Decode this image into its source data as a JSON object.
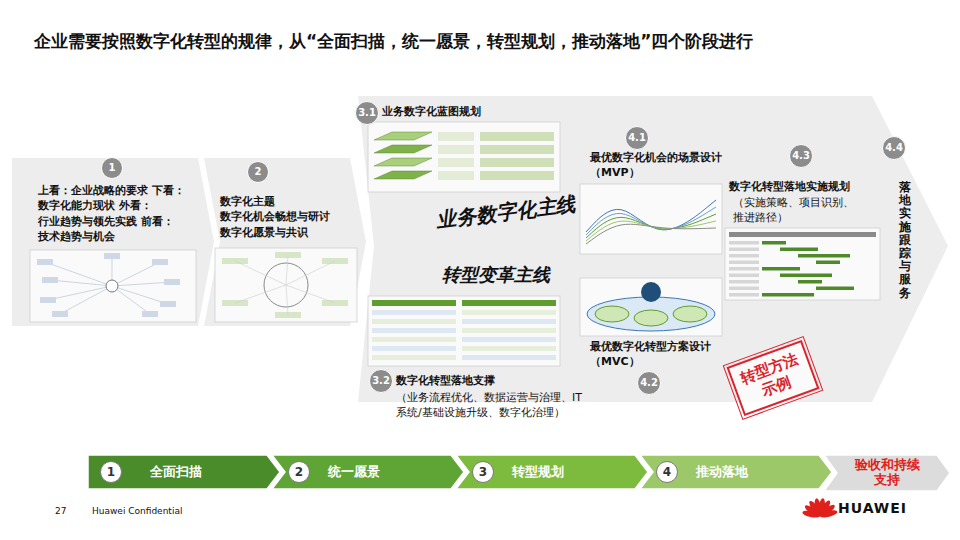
{
  "diagram": {
    "title": "企业需要按照数字化转型的规律，从“全面扫描，统一愿景，转型规划，推动落地”四个阶段进行",
    "nodes": [
      {
        "text": [
          "1"
        ]
      },
      {
        "text": [
          "2"
        ]
      },
      {
        "text": [
          "3.1"
        ]
      },
      {
        "text": [
          "4.1"
        ]
      },
      {
        "text": [
          "4.3"
        ]
      },
      {
        "text": [
          "4.4"
        ]
      },
      {
        "text": [
          "3.2"
        ]
      },
      {
        "text": [
          "4.2"
        ]
      },
      {
        "text": [
          "转型方法示例"
        ]
      },
      {
        "text": [
          "全面扫描"
        ]
      },
      {
        "text": [
          "1"
        ],
        "in": 9
      },
      {
        "text": [
          "统一愿景"
        ]
      },
      {
        "text": [
          "2"
        ],
        "in": 11
      },
      {
        "text": [
          "转型规划"
        ]
      },
      {
        "text": [
          "3"
        ],
        "in": 13
      },
      {
        "text": [
          "推动落地"
        ]
      },
      {
        "text": [
          "4"
        ],
        "in": 15
      },
      {
        "text": [
          "验收和持续支持"
        ]
      }
    ],
    "labels": [
      "上看：企业战略的要求 下看：数字化能力现状 外看：行业趋势与领先实践 前看：技术趋势与机会",
      "数字化主题 数字化机会畅想与研讨 数字化愿景与共识",
      "业务数字化蓝图规划",
      "业务数字化主线",
      "转型变革主线",
      "数字化转型落地支撑",
      "（业务流程优化、数据运营与治理、IT系统/基础设施升级、数字化治理）",
      "最优数字化机会的场景设计 （MVP）",
      "最优数字化转型方案设计 （MVC）",
      "数字化转型落地实施规划",
      "（实施策略、项目识别、推进路径）",
      "落地实施跟踪与服务",
      "27",
      "Huawei Confidential",
      "HUAWEI"
    ]
  }
}
